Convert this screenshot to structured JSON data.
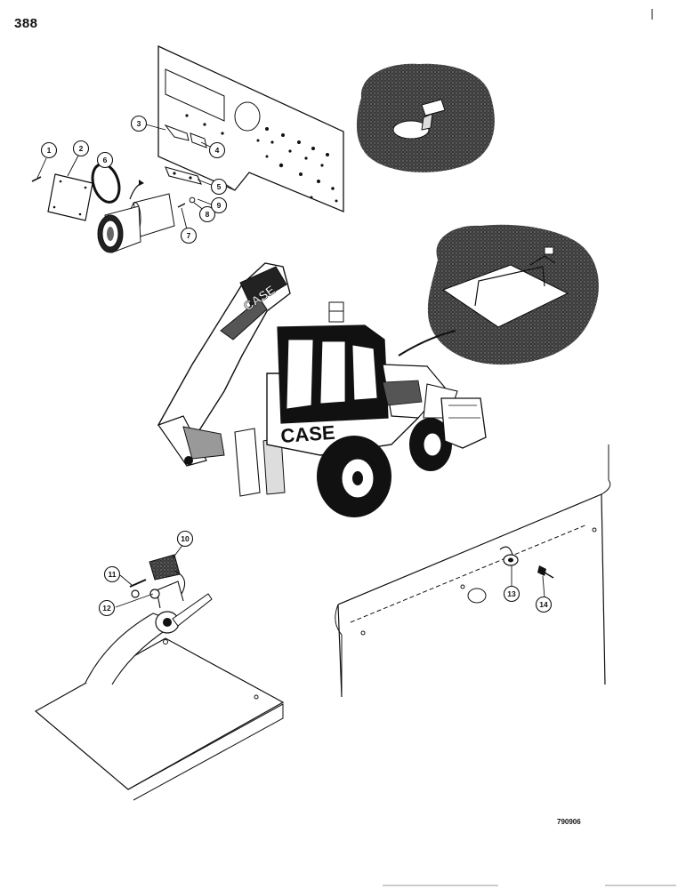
{
  "page": {
    "number": "388",
    "figure_code": "790906"
  },
  "callouts": [
    {
      "id": "1",
      "label": "1"
    },
    {
      "id": "2",
      "label": "2"
    },
    {
      "id": "3",
      "label": "3"
    },
    {
      "id": "4",
      "label": "4"
    },
    {
      "id": "5",
      "label": "5"
    },
    {
      "id": "6",
      "label": "6"
    },
    {
      "id": "7",
      "label": "7"
    },
    {
      "id": "8",
      "label": "8"
    },
    {
      "id": "9",
      "label": "9"
    },
    {
      "id": "10",
      "label": "10"
    },
    {
      "id": "11",
      "label": "11"
    },
    {
      "id": "12",
      "label": "12"
    },
    {
      "id": "13",
      "label": "13"
    },
    {
      "id": "14",
      "label": "14"
    }
  ],
  "machine": {
    "cab_lettering": "CASE",
    "boom_lettering": "CASE"
  }
}
